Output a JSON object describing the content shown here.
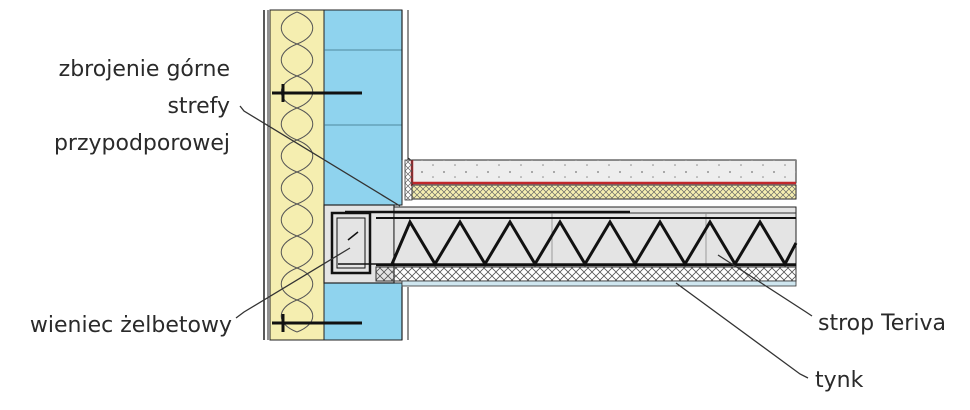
{
  "labels": {
    "top_reinforcement_line1": "zbrojenie górne",
    "top_reinforcement_line2": "strefy",
    "top_reinforcement_line3": "przypodporowej",
    "ring_beam": "wieniec żelbetowy",
    "slab": "strop Teriva",
    "plaster": "tynk"
  },
  "colors": {
    "insulation_fill": "#f5eeb0",
    "masonry_fill": "#8fd3ee",
    "concrete_fill": "#e4e4e4",
    "leader_line": "#333333",
    "membrane_red": "#c0282c",
    "outline": "#222222"
  }
}
